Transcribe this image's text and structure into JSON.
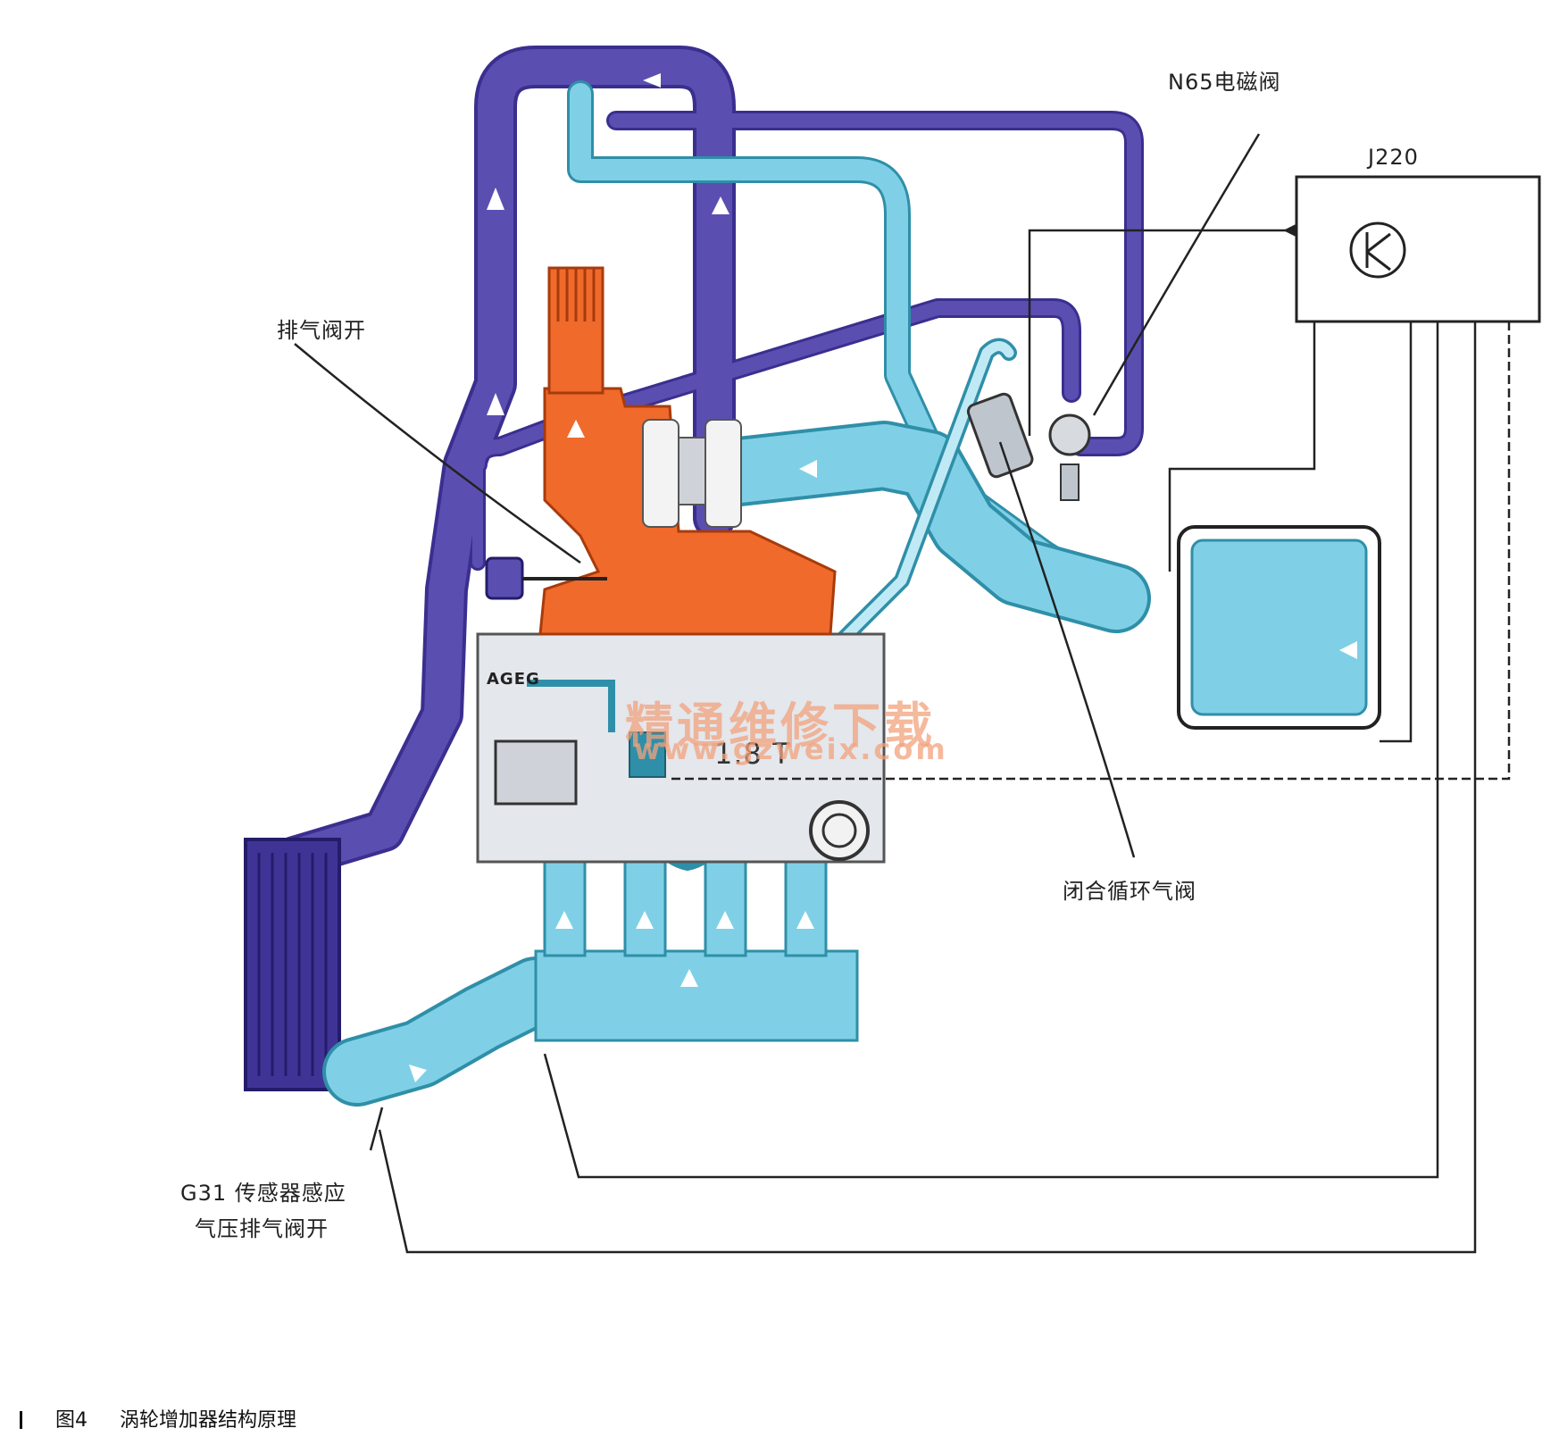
{
  "labels": {
    "n65": "N65电磁阀",
    "j220": "J220",
    "waste_gate_open": "排气阀开",
    "closed_recirc": "闭合循环气阀",
    "g31_line1": "G31 传感器感应",
    "g31_line2": "气压排气阀开",
    "engine": "1.8 T",
    "akg": "AGEG"
  },
  "caption": {
    "figure_no": "图4",
    "title": "涡轮增加器结构原理"
  },
  "watermark": {
    "line1": "精通维修下载",
    "line2": "www.gzweix.com"
  },
  "colors": {
    "pressure_pipe": "#5a4fb0",
    "intake_pipe": "#7fd0e6",
    "exhaust": "#f06a2c",
    "engine_block": "#e4e7ec",
    "watermark": "#f2a27c"
  }
}
